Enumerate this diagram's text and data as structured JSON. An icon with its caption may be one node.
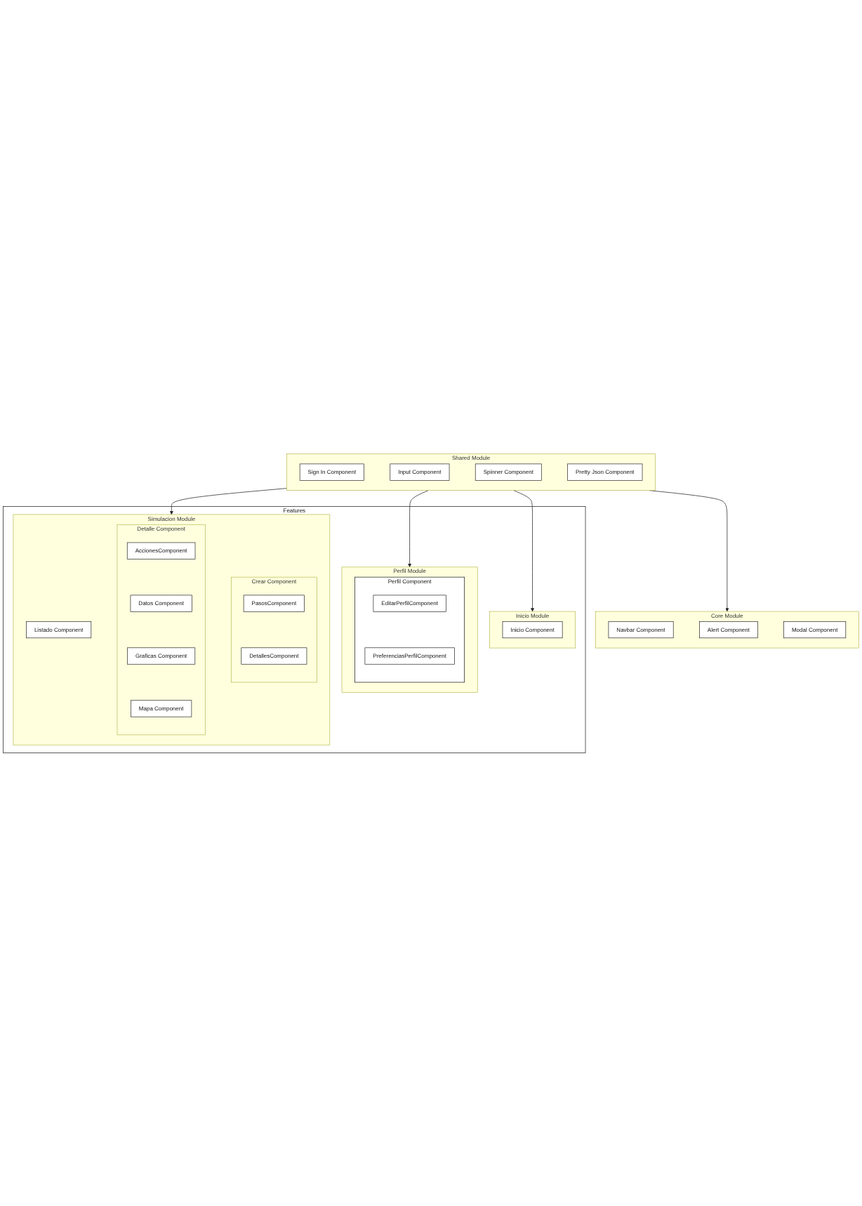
{
  "diagram": {
    "nodes": [
      {
        "text": [
          "Core Module"
        ]
      },
      {
        "text": [
          "Navbar Component"
        ],
        "in": 0
      },
      {
        "text": [
          "Alert Component"
        ],
        "in": 0
      },
      {
        "text": [
          "Modal Component"
        ],
        "in": 0
      },
      {
        "text": [
          "Shared Module"
        ]
      },
      {
        "text": [
          "Sign In Component"
        ],
        "in": 4
      },
      {
        "text": [
          "Input Component"
        ],
        "in": 4
      },
      {
        "text": [
          "Spinner Component"
        ],
        "in": 4
      },
      {
        "text": [
          "Pretty Json Component"
        ],
        "in": 4
      },
      {
        "text": [
          "Features"
        ]
      },
      {
        "text": [
          "Inicio Module"
        ],
        "in": 9
      },
      {
        "text": [
          "Inicio Component"
        ],
        "in": 10
      },
      {
        "text": [
          "Perfil Module"
        ],
        "in": 9
      },
      {
        "text": [
          "Perfil Component"
        ],
        "in": 12
      },
      {
        "text": [
          "EditarPerfilComponent"
        ],
        "in": 13
      },
      {
        "text": [
          "PreferenciasPerfilComponent"
        ],
        "in": 13
      },
      {
        "text": [
          "Simulacion Module"
        ],
        "in": 9
      },
      {
        "text": [
          "Listado Component"
        ],
        "in": 16
      },
      {
        "text": [
          "Detalle Component"
        ],
        "in": 16
      },
      {
        "text": [
          "AccionesComponent"
        ],
        "in": 18
      },
      {
        "text": [
          "Datos Component"
        ],
        "in": 18
      },
      {
        "text": [
          "Graficas Component"
        ],
        "in": 18
      },
      {
        "text": [
          "Mapa Component"
        ],
        "in": 18
      },
      {
        "text": [
          "Crear Component"
        ],
        "in": 16
      },
      {
        "text": [
          "PasosComponent"
        ],
        "in": 23
      },
      {
        "text": [
          "DetallesComponent"
        ],
        "in": 23
      }
    ],
    "edges": [
      {
        "from": 4,
        "to": 0,
        "arrow": "to"
      },
      {
        "from": 4,
        "to": 10,
        "arrow": "to"
      },
      {
        "from": 4,
        "to": 12,
        "arrow": "to"
      },
      {
        "from": 4,
        "to": 16,
        "arrow": "to"
      }
    ]
  }
}
